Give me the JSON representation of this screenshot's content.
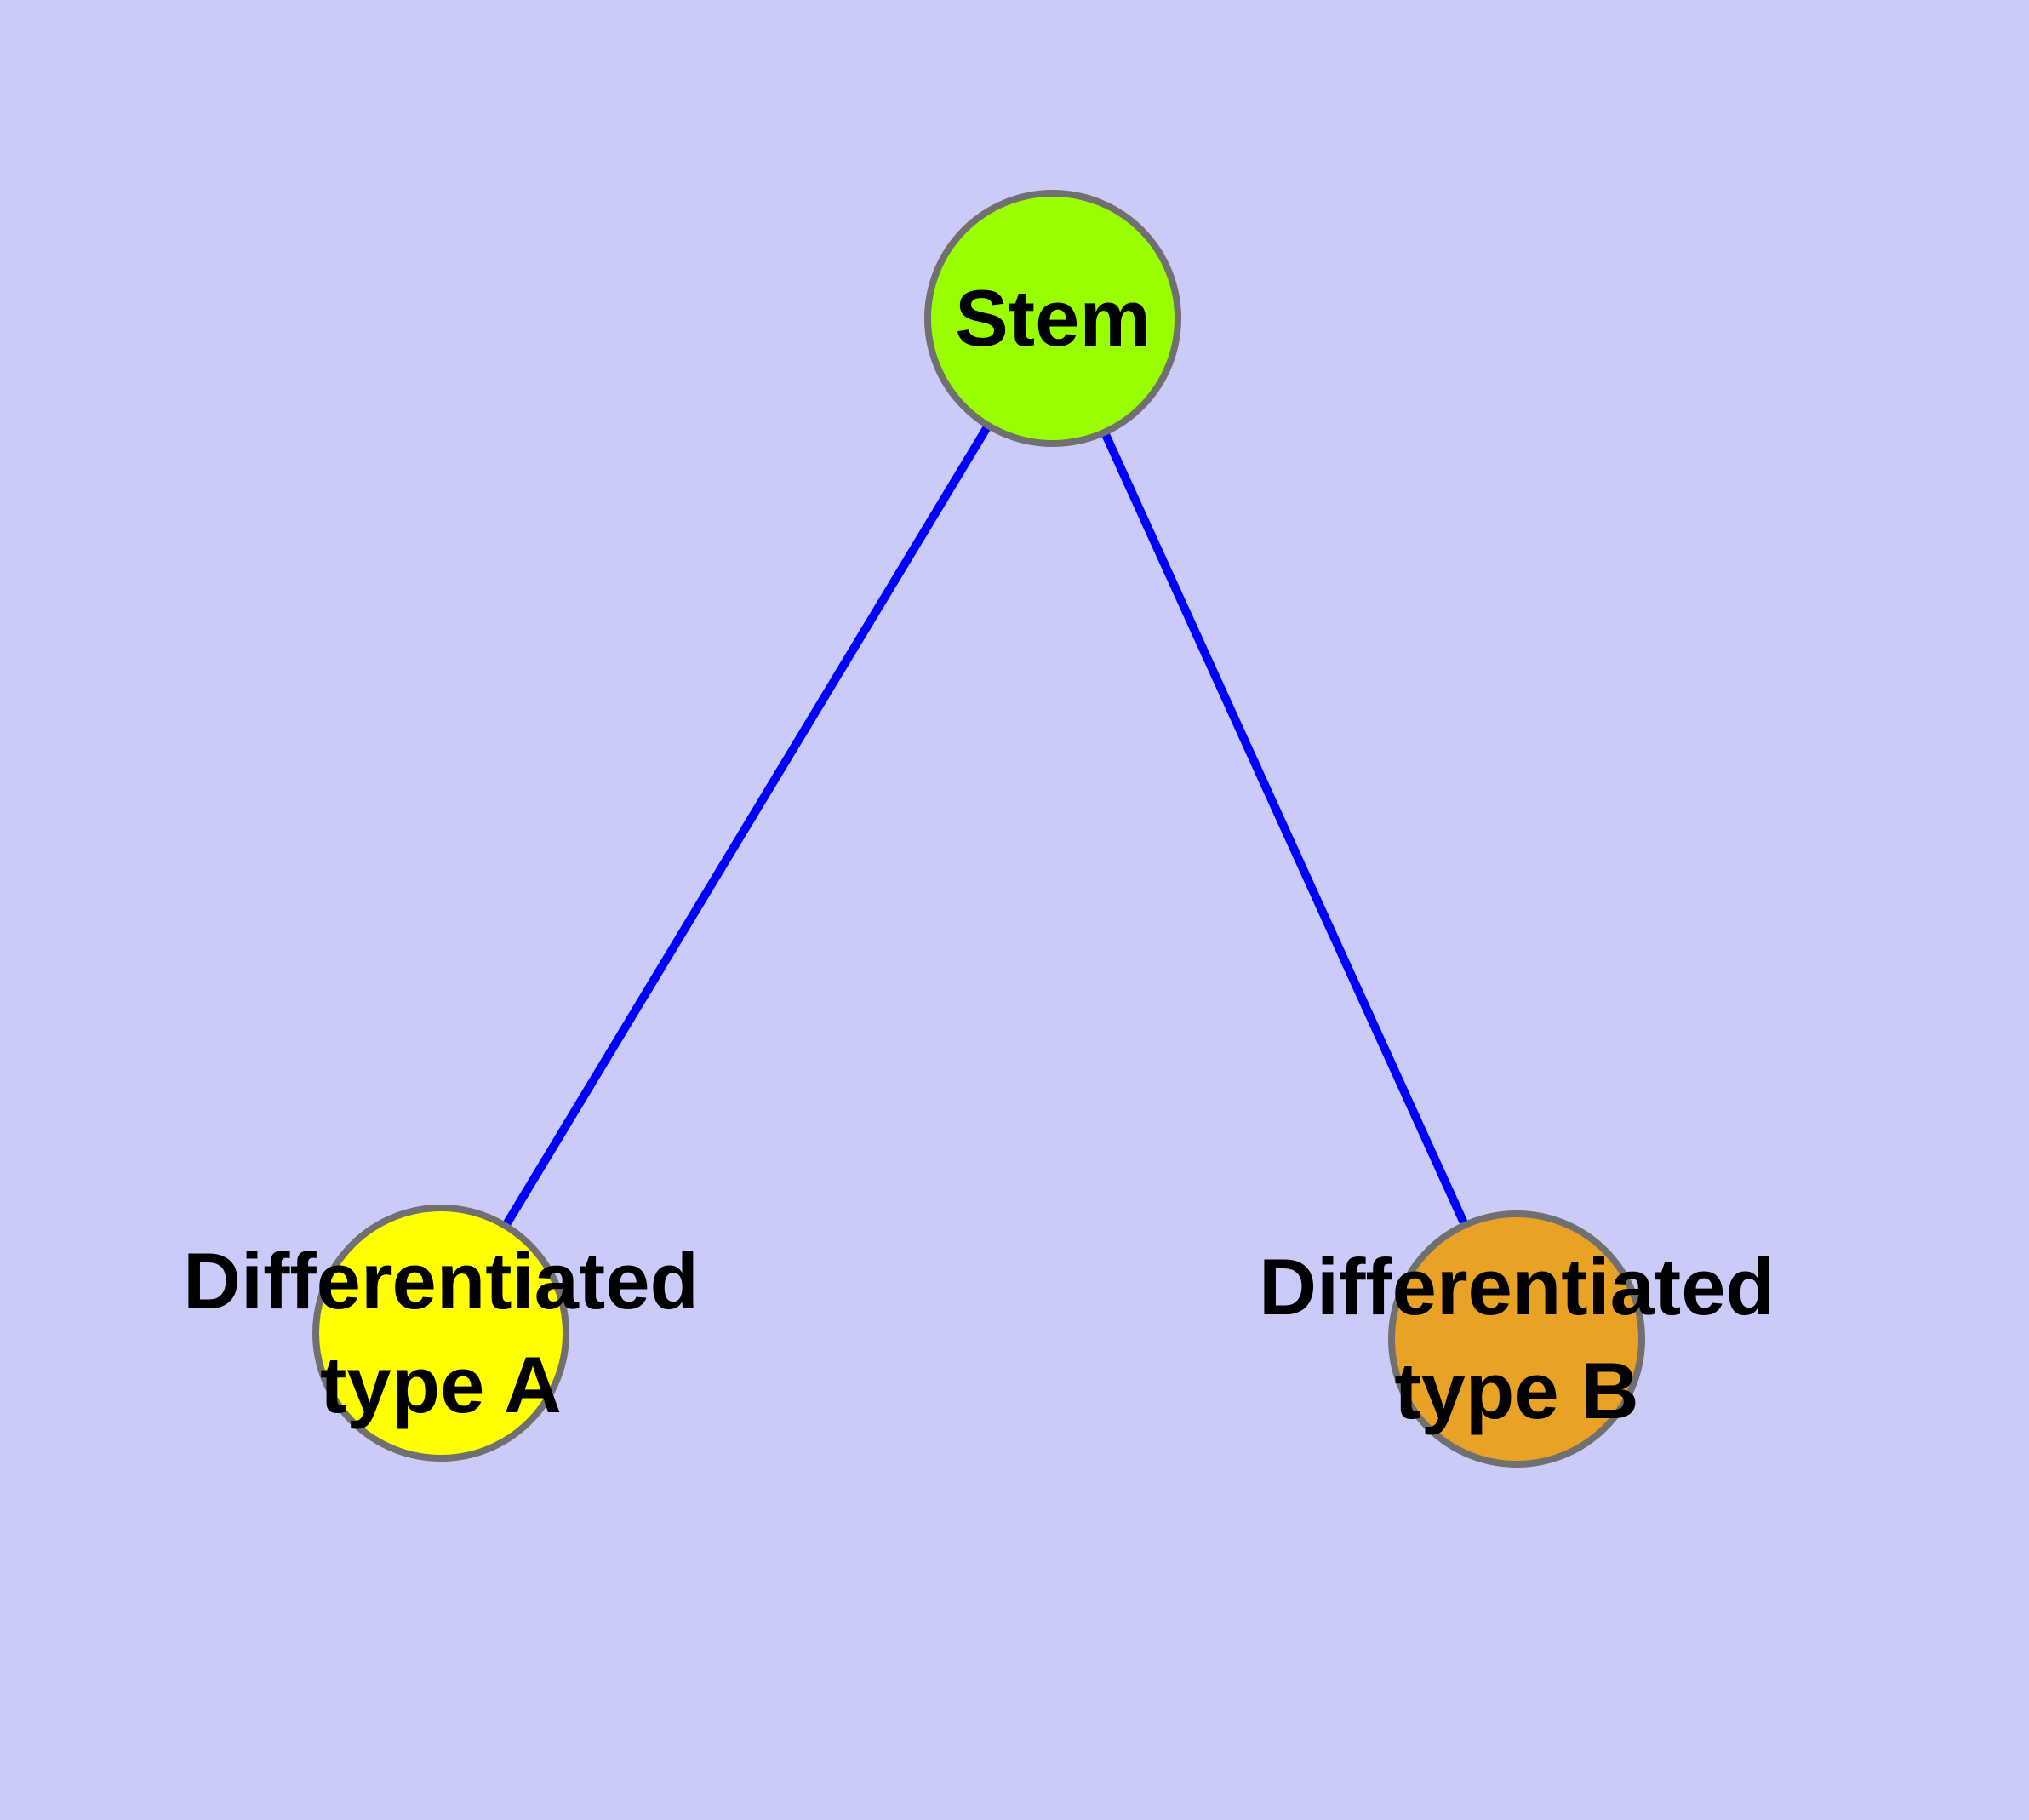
{
  "diagram": {
    "background_color": "#CBCBFA",
    "edge_color": "#0000FF",
    "node_border_color": "#707070",
    "label_text_color": "#000000",
    "nodes": [
      {
        "id": "stem",
        "lines": [
          "Stem"
        ],
        "fill_color": "#99FF00"
      },
      {
        "id": "differentiated-type-a",
        "lines": [
          "Differentiated",
          "type A"
        ],
        "fill_color": "#FFFF00"
      },
      {
        "id": "differentiated-type-b",
        "lines": [
          "Differentiated",
          "type B"
        ],
        "fill_color": "#E8A226"
      }
    ],
    "edges": [
      {
        "from": "Stem",
        "to": "Differentiated type A"
      },
      {
        "from": "Stem",
        "to": "Differentiated type B"
      }
    ]
  }
}
